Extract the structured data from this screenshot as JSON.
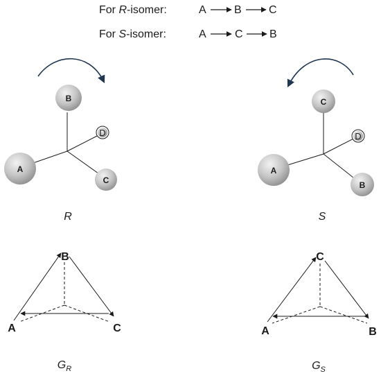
{
  "rules": {
    "r": {
      "prefix": "For ",
      "italic": "R",
      "suffix": "-isomer:",
      "seq": [
        "A",
        "B",
        "C"
      ]
    },
    "s": {
      "prefix": "For ",
      "italic": "S",
      "suffix": "-isomer:",
      "seq": [
        "A",
        "C",
        "B"
      ]
    }
  },
  "molecules": {
    "r": {
      "caption": "R",
      "top": "B",
      "left": "A",
      "bottom": "C",
      "small": "D",
      "rotation": "clockwise"
    },
    "s": {
      "caption": "S",
      "top": "C",
      "left": "A",
      "bottom": "B",
      "small": "D",
      "rotation": "counterclockwise"
    }
  },
  "graphs": {
    "r": {
      "caption_main": "G",
      "caption_sub": "R",
      "top": "B",
      "left": "A",
      "right": "C"
    },
    "s": {
      "caption_main": "G",
      "caption_sub": "S",
      "top": "C",
      "left": "A",
      "right": "B"
    }
  },
  "colors": {
    "sphere_light": "#e6e6e6",
    "sphere_dark": "#8c8c8c",
    "line": "#1a1a1a",
    "arrow_rotation": "#2f4a6a"
  }
}
